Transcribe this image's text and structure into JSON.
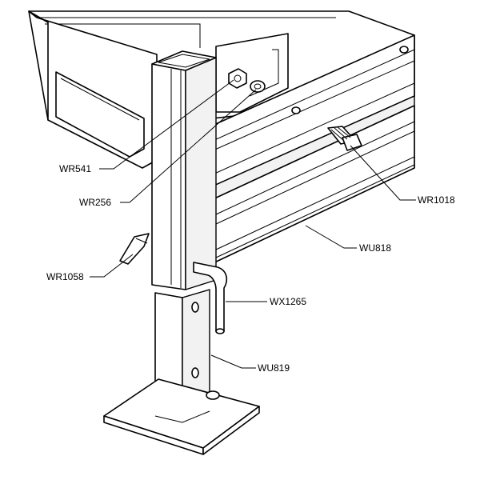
{
  "labels": {
    "wr541": "WR541",
    "wr256": "WR256",
    "wr1058": "WR1058",
    "wr1018": "WR1018",
    "wu818": "WU818",
    "wx1265": "WX1265",
    "wu819": "WU819"
  }
}
